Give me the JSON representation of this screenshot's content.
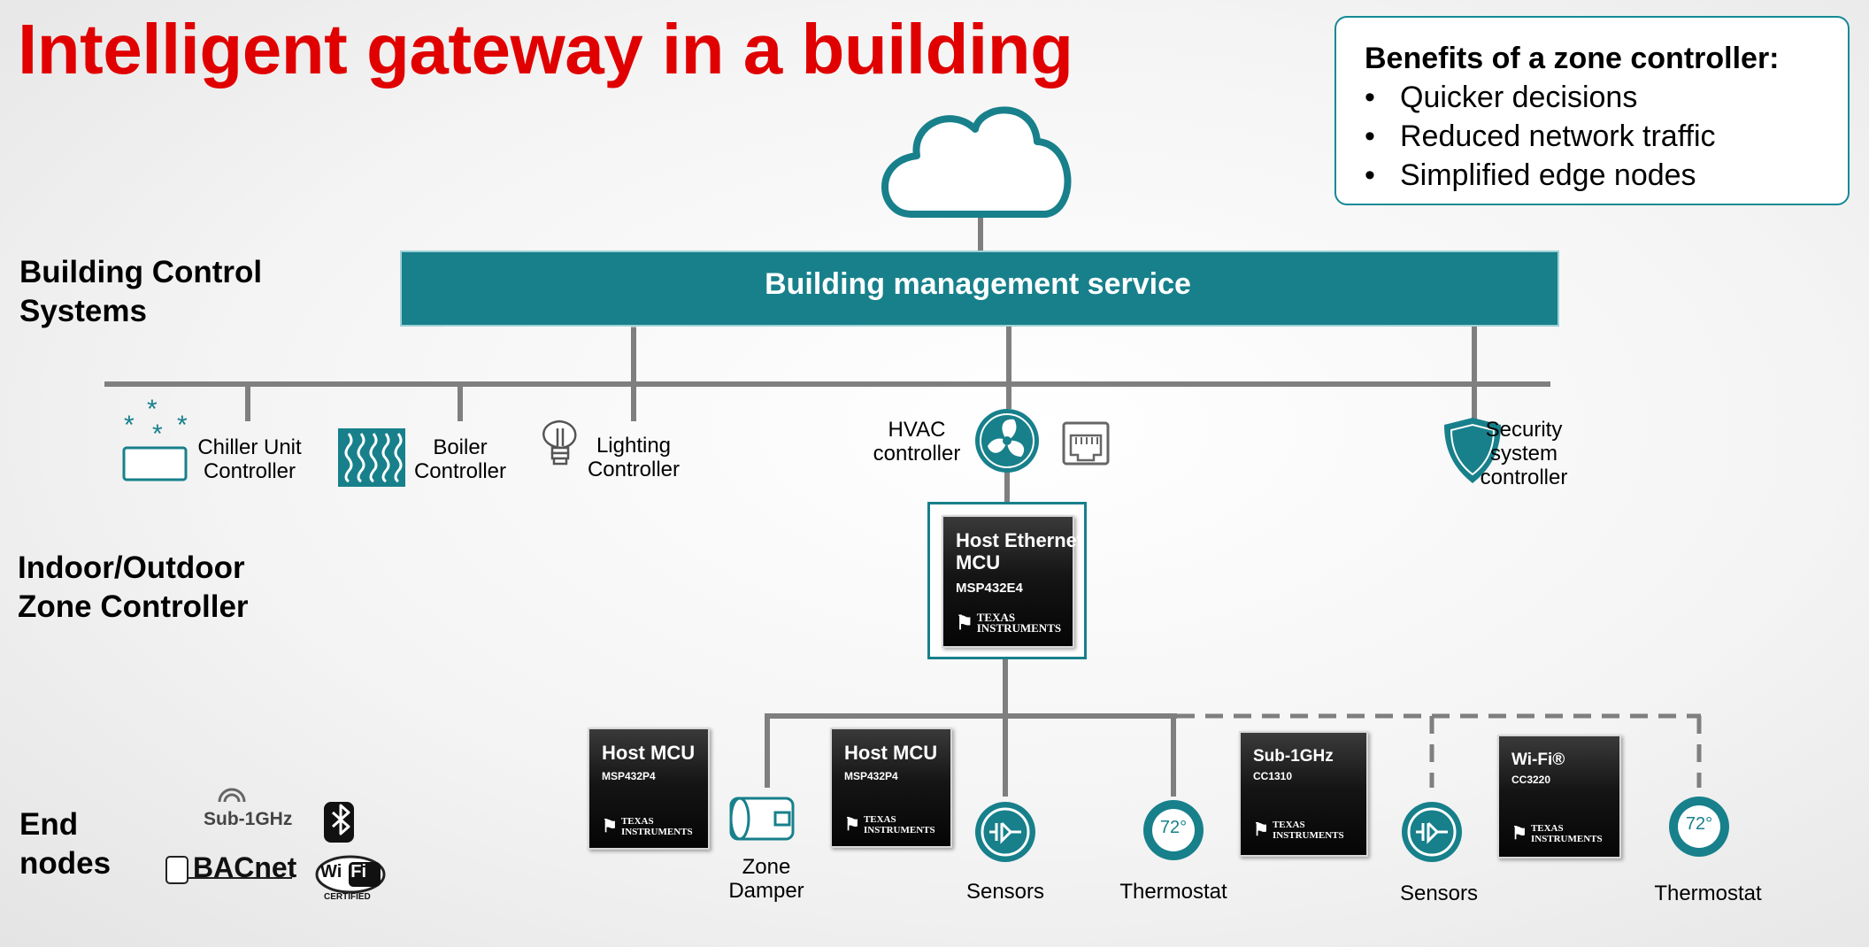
{
  "title": "Intelligent gateway in a building",
  "benefits": {
    "heading": "Benefits of a zone controller:",
    "items": [
      "Quicker decisions",
      "Reduced network traffic",
      "Simplified edge nodes"
    ]
  },
  "sections": {
    "building_control": [
      "Building Control",
      "Systems"
    ],
    "zone_controller": [
      "Indoor/Outdoor",
      "Zone Controller"
    ],
    "end_nodes": [
      "End",
      "nodes"
    ]
  },
  "bms_label": "Building management service",
  "controllers": {
    "chiller": [
      "Chiller Unit",
      "Controller"
    ],
    "boiler": [
      "Boiler",
      "Controller"
    ],
    "lighting": [
      "Lighting",
      "Controller"
    ],
    "hvac": [
      "HVAC",
      "controller"
    ],
    "security": [
      "Security",
      "system",
      "controller"
    ]
  },
  "chips": {
    "host_ethernet": {
      "name": [
        "Host Ethernet",
        "MCU"
      ],
      "part": "MSP432E4"
    },
    "host_mcu_1": {
      "name": "Host MCU",
      "part": "MSP432P4"
    },
    "host_mcu_2": {
      "name": "Host MCU",
      "part": "MSP432P4"
    },
    "sub1ghz": {
      "name": "Sub-1GHz",
      "part": "CC1310"
    },
    "wifi": {
      "name": "Wi-Fi®",
      "part": "CC3220"
    }
  },
  "ti_logo": [
    "TEXAS",
    "INSTRUMENTS"
  ],
  "end_nodes": {
    "zone_damper": [
      "Zone",
      "Damper"
    ],
    "sensors_1": "Sensors",
    "thermostat_1": "Thermostat",
    "sensors_2": "Sensors",
    "thermostat_2": "Thermostat",
    "thermostat_reading": "72°"
  },
  "protocol_logos": {
    "sub1ghz": "Sub-1GHz",
    "bacnet": "BACnet",
    "wifi": [
      "Wi",
      "Fi"
    ],
    "wifi_certified": "CERTIFIED"
  },
  "colors": {
    "title": "#e00000",
    "teal": "#17808b",
    "wire": "#7f7f7f"
  }
}
